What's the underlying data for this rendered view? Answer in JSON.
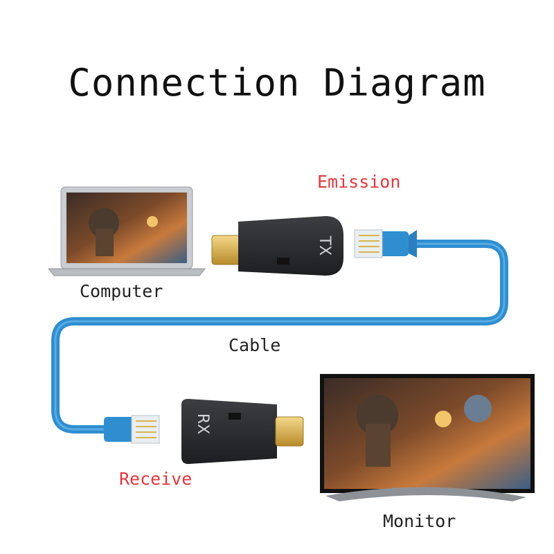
{
  "title": "Connection Diagram",
  "labels": {
    "emission": "Emission",
    "computer": "Computer",
    "cable": "Cable",
    "receive": "Receive",
    "monitor": "Monitor"
  },
  "adapters": {
    "tx": "TX",
    "rx": "RX"
  },
  "colors": {
    "cable": "#2f8ed0",
    "accent_label": "#e0383e",
    "adapter_body": "#2b2d30",
    "hdmi_plug": "#d9b44a"
  }
}
